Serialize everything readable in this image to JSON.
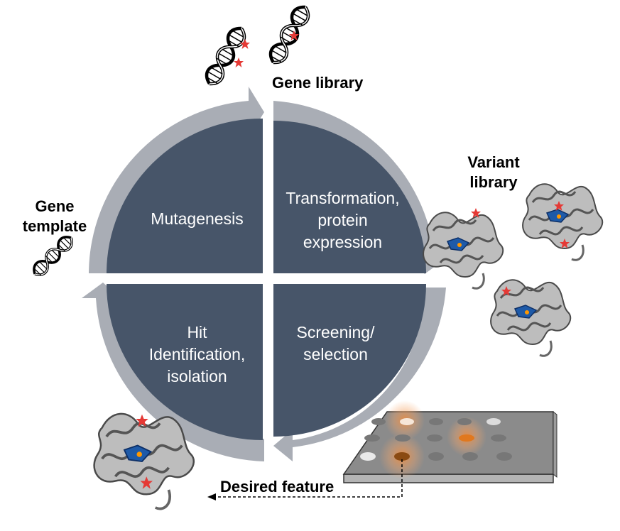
{
  "cycle": {
    "quadrants": [
      {
        "id": "top-left",
        "label": "Mutagenesis"
      },
      {
        "id": "top-right",
        "label": "Transformation,\nprotein\nexpression"
      },
      {
        "id": "bottom-right",
        "label": "Screening/\nselection"
      },
      {
        "id": "bottom-left",
        "label": "Hit\nIdentification,\nisolation"
      }
    ]
  },
  "labels": {
    "gene_library": "Gene library",
    "variant_library": "Variant\nlibrary",
    "gene_template": "Gene\ntemplate",
    "desired_feature": "Desired feature"
  },
  "colors": {
    "quadrant_fill": "#475569",
    "arrow_ring": "#a9adb5",
    "mutation_star": "#e53935",
    "hit_well": "#e0781e",
    "plate_top": "#8b8b8b"
  },
  "icons": [
    "dna-helix-icon",
    "protein-structure-icon",
    "microplate-icon",
    "mutation-star-icon"
  ]
}
